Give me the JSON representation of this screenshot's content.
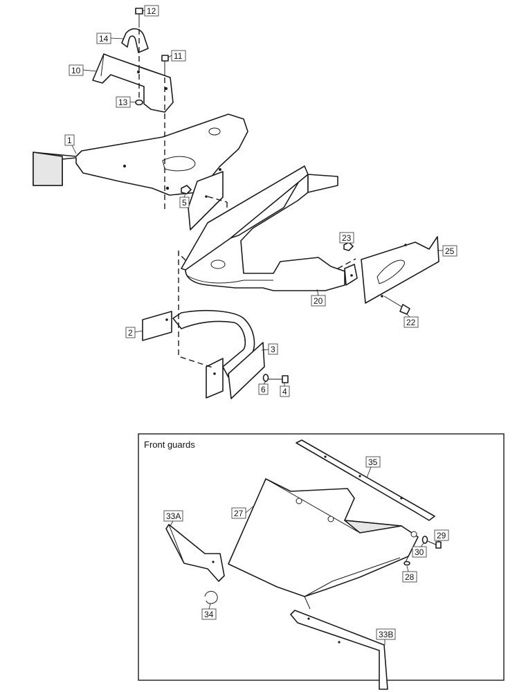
{
  "inset": {
    "title": "Front guards"
  },
  "callouts": {
    "c1": "1",
    "c2": "2",
    "c3": "3",
    "c4": "4",
    "c5": "5",
    "c6": "6",
    "c10": "10",
    "c11": "11",
    "c12": "12",
    "c13": "13",
    "c14": "14",
    "c20": "20",
    "c22": "22",
    "c23": "23",
    "c25": "25",
    "c27": "27",
    "c28": "28",
    "c29": "29",
    "c30": "30",
    "c33a": "33A",
    "c33b": "33B",
    "c34": "34",
    "c35": "35"
  }
}
